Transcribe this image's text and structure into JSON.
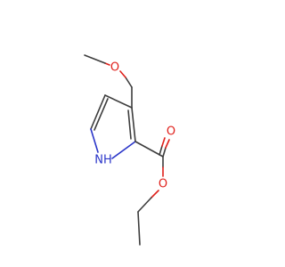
{
  "molecule": {
    "atom_labels": {
      "methoxy_oxygen": "O",
      "carbonyl_oxygen": "O",
      "ester_oxygen": "O",
      "ring_nitrogen": "NH"
    },
    "colors": {
      "bond": "#3d3d3d",
      "oxygen": "#e0201b",
      "nitrogen": "#2b36c9",
      "background": "#ffffff"
    }
  }
}
